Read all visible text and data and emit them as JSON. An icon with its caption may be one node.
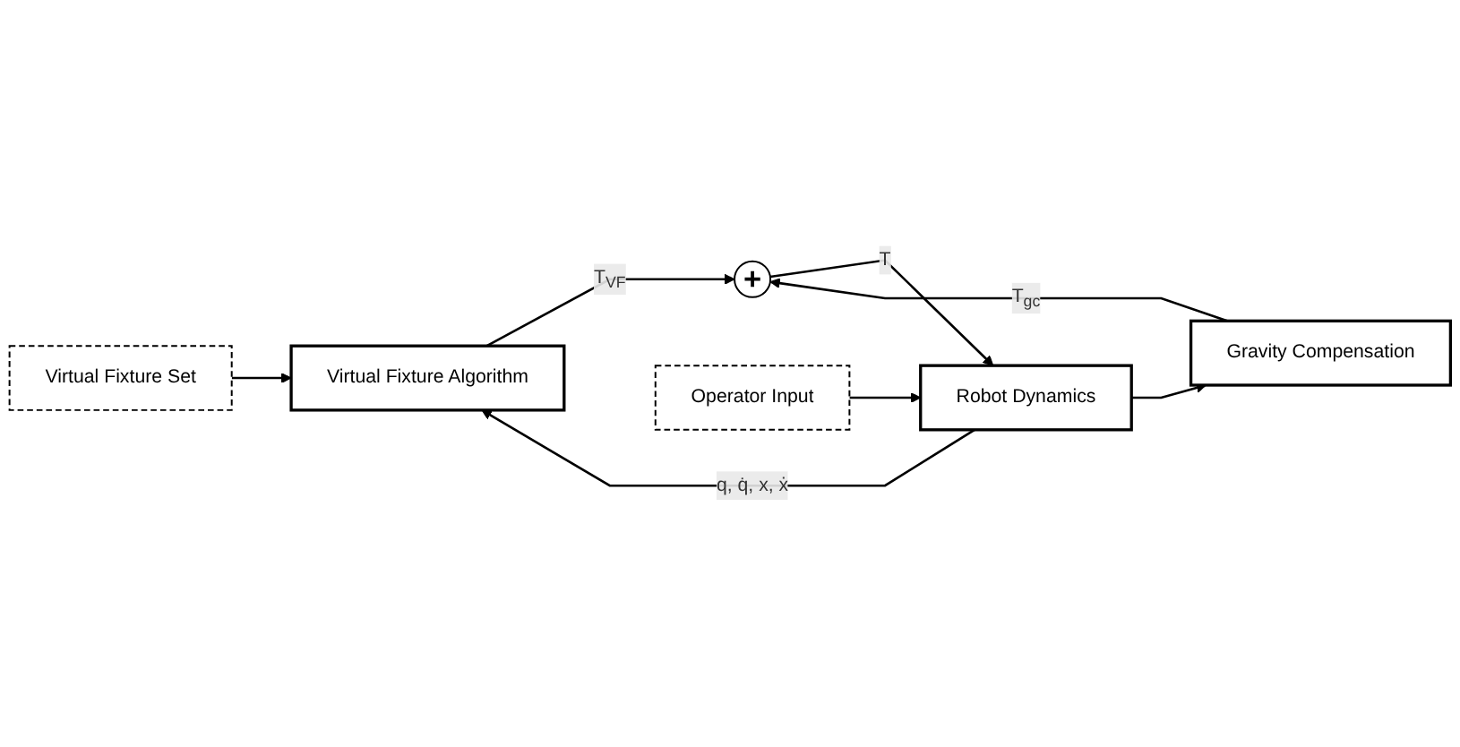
{
  "diagram": {
    "nodes": [
      {
        "text": [
          "Virtual Fixture Set"
        ]
      },
      {
        "text": [
          "Virtual Fixture Algorithm"
        ]
      },
      {
        "text": [
          "Gravity Compensation"
        ]
      },
      {
        "text": [
          "+"
        ]
      },
      {
        "text": [
          "Operator Input"
        ]
      },
      {
        "text": [
          "Robot Dynamics"
        ]
      }
    ],
    "edges": [
      {
        "from": 0,
        "to": 1,
        "arrow": "to"
      },
      {
        "from": 1,
        "to": 3,
        "arrow": "to",
        "label": "T$_{VF}$"
      },
      {
        "from": 2,
        "to": 3,
        "arrow": "to",
        "label": "T$_{gc}$"
      },
      {
        "from": 3,
        "to": 5,
        "arrow": "to",
        "label": "T"
      },
      {
        "from": 4,
        "to": 5,
        "arrow": "to"
      },
      {
        "from": 5,
        "to": 1,
        "arrow": "to",
        "label": "q, q̇, x, ẋ"
      },
      {
        "from": 5,
        "to": 2,
        "arrow": "to"
      }
    ]
  }
}
